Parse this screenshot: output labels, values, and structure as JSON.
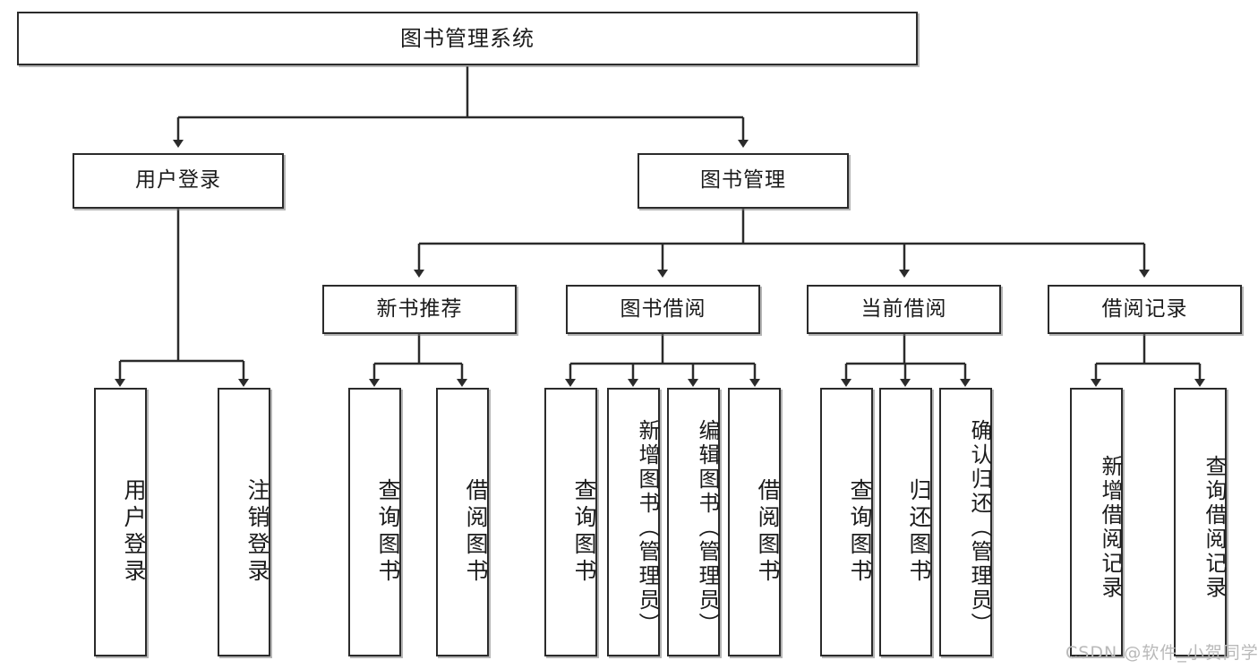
{
  "diagram": {
    "title": "图书管理系统",
    "type": "hierarchy-tree",
    "watermark": "CSDN @软件_小贺同学",
    "colors": {
      "border": "#2b2b2b",
      "background": "#ffffff",
      "text": "#1b1b1b",
      "edge": "#2b2b2b",
      "watermark": "#b9b9b9"
    },
    "levels": {
      "root": {
        "label": "图书管理系统"
      },
      "level2": [
        {
          "label": "用户登录"
        },
        {
          "label": "图书管理"
        }
      ],
      "level3": [
        {
          "label": "新书推荐"
        },
        {
          "label": "图书借阅"
        },
        {
          "label": "当前借阅"
        },
        {
          "label": "借阅记录"
        }
      ],
      "leaves": {
        "user_login": [
          {
            "label": "用户登录"
          },
          {
            "label": "注销登录"
          }
        ],
        "new_book_recommend": [
          {
            "label": "查询图书"
          },
          {
            "label": "借阅图书"
          }
        ],
        "book_borrow": [
          {
            "label": "查询图书"
          },
          {
            "label": "新增图书（管理员）"
          },
          {
            "label": "编辑图书（管理员）"
          },
          {
            "label": "借阅图书"
          }
        ],
        "current_borrow": [
          {
            "label": "查询图书"
          },
          {
            "label": "归还图书"
          },
          {
            "label": "确认归还（管理员）"
          }
        ],
        "borrow_record": [
          {
            "label": "新增借阅记录"
          },
          {
            "label": "查询借阅记录"
          }
        ]
      }
    }
  }
}
